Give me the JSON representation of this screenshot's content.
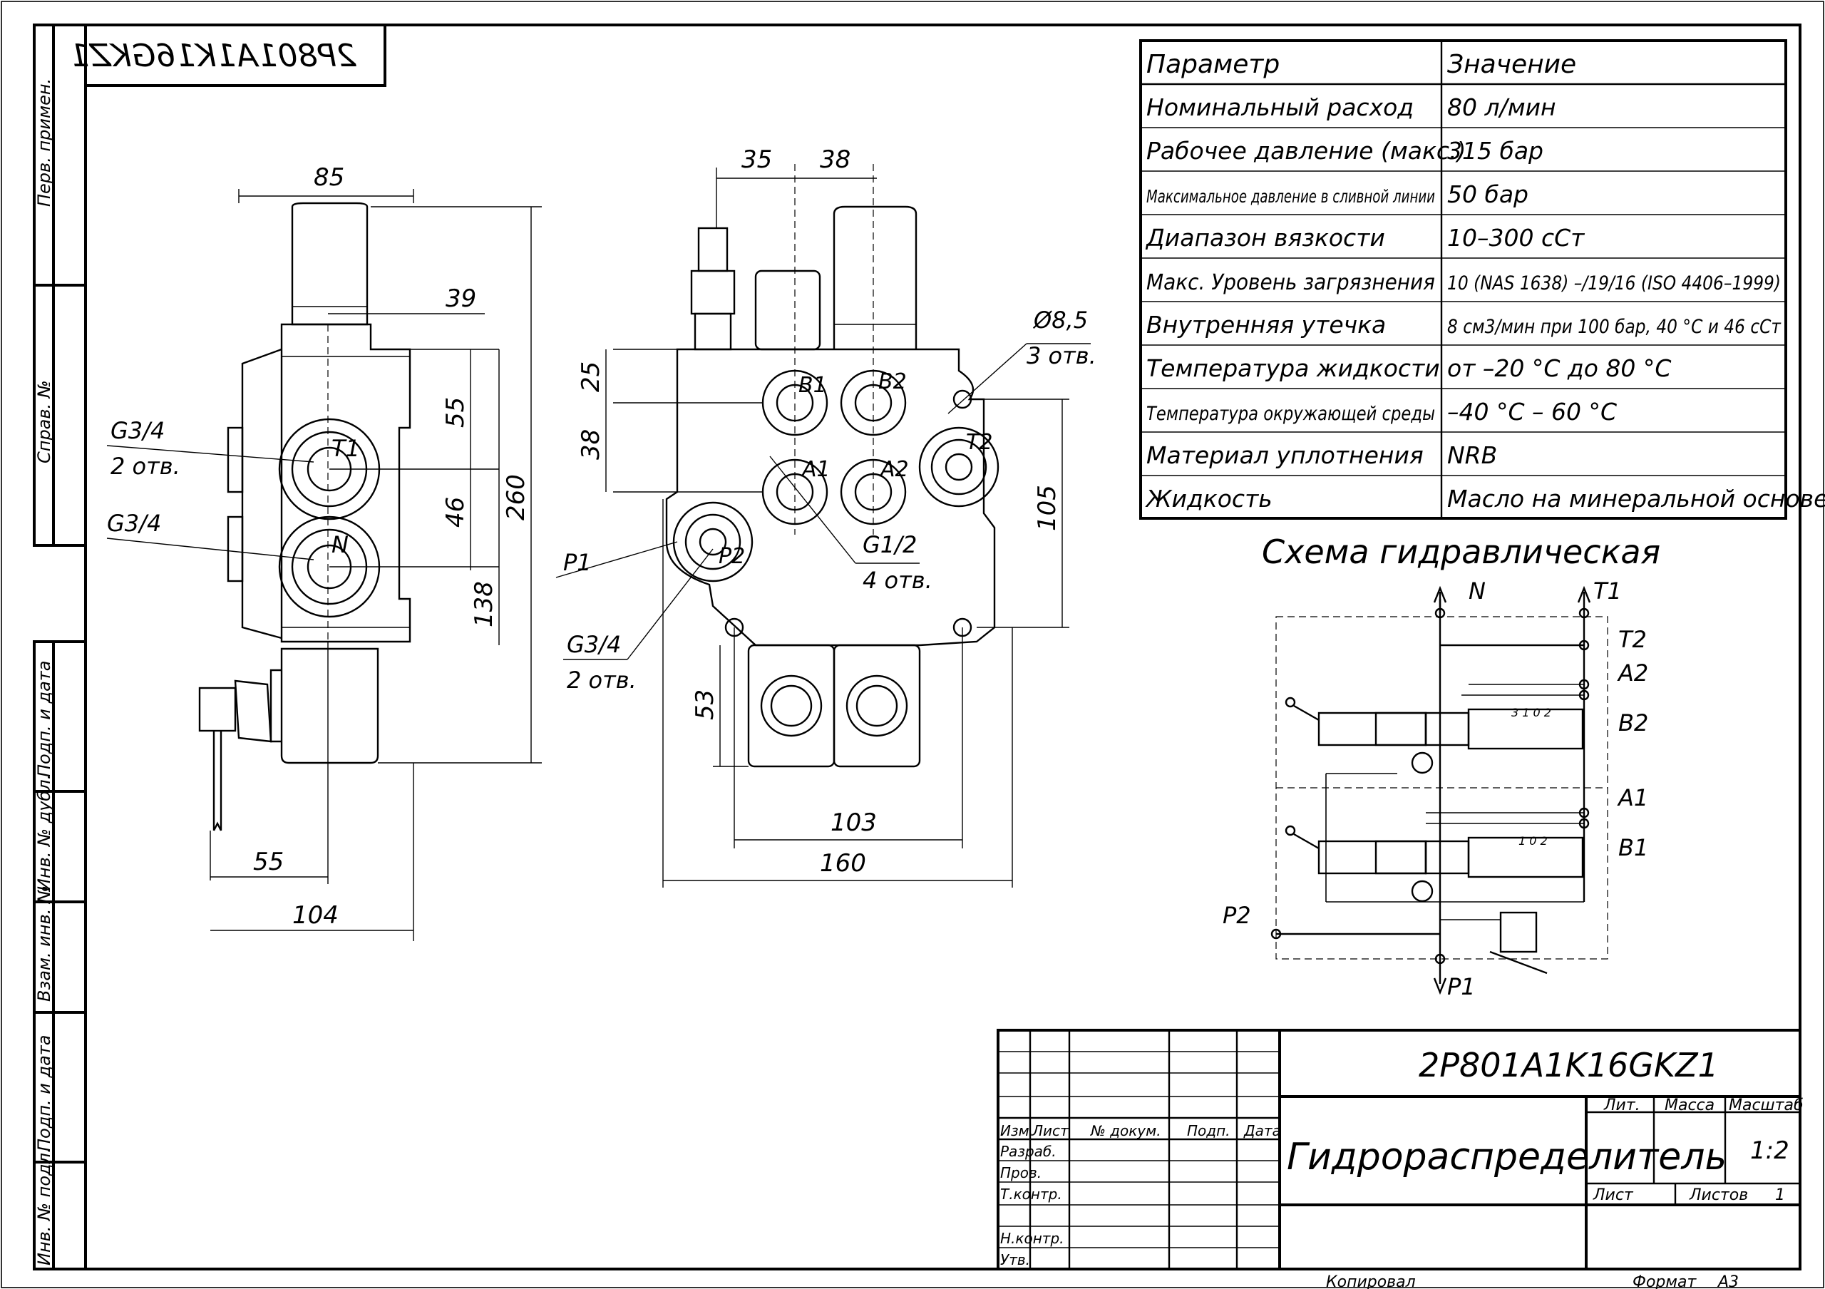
{
  "stamp_top": "2P801A1K16GKZ1",
  "side_labels": [
    "Перв. примен.",
    "Справ. №",
    "Подп. и дата",
    "Инв. № дубл.",
    "Взам. инв. №",
    "Подп. и дата",
    "Инв. № подл."
  ],
  "params": {
    "header": [
      "Параметр",
      "Значение"
    ],
    "rows": [
      [
        "Номинальный расход",
        "80 л/мин"
      ],
      [
        "Рабочее давление (макс.)",
        "315 бар"
      ],
      [
        "Максимальное давление в сливной линии",
        "50 бар"
      ],
      [
        "Диапазон вязкости",
        "10–300 сСт"
      ],
      [
        "Макс. Уровень загрязнения",
        "10 (NAS 1638) –/19/16 (ISO 4406–1999)"
      ],
      [
        "Внутренняя утечка",
        "8 см3/мин при 100 бар, 40 °С и 46 сСт"
      ],
      [
        "Температура жидкости",
        "от –20 °С до 80 °С"
      ],
      [
        "Температура окружающей среды",
        "–40 °С – 60 °С"
      ],
      [
        "Материал уплотнения",
        "NRB"
      ],
      [
        "Жидкость",
        "Масло на минеральной основе"
      ]
    ]
  },
  "scheme": {
    "title": "Схема гидравлическая",
    "ports": {
      "N": "N",
      "T1": "T1",
      "T2": "T2",
      "A2": "A2",
      "B2": "B2",
      "A1": "A1",
      "B1": "B1",
      "P2": "P2",
      "P1": "P1"
    },
    "pos3": "3 1 0 2",
    "pos2": "1 0 2"
  },
  "dims_left": {
    "d85": "85",
    "d39": "39",
    "d55": "55",
    "d46": "46",
    "d138": "138",
    "d260": "260",
    "g34a": "G3/4",
    "g34a_n": "2 отв.",
    "g34b": "G3/4",
    "t1": "T1",
    "n": "N",
    "d55b": "55",
    "d104": "104"
  },
  "dims_front": {
    "d35": "35",
    "d38a": "38",
    "d25": "25",
    "d38b": "38",
    "phi": "Ø8,5",
    "phi_n": "3 отв.",
    "d105": "105",
    "b1": "B1",
    "b2": "B2",
    "a1": "A1",
    "a2": "A2",
    "t2": "T2",
    "p1": "P1",
    "p2": "P2",
    "g12": "G1/2",
    "g12_n": "4 отв.",
    "g34": "G3/4",
    "g34_n": "2 отв.",
    "d53": "53",
    "d103": "103",
    "d160": "160"
  },
  "title_block": {
    "code": "2P801A1K16GKZ1",
    "name": "Гидрораспределитель",
    "cols": [
      "Изм.",
      "Лист",
      "№ докум.",
      "Подп.",
      "Дата"
    ],
    "roles": [
      "Разраб.",
      "Пров.",
      "Т.контр.",
      "Н.контр.",
      "Утв."
    ],
    "lit": "Лит.",
    "mass": "Масса",
    "scale_label": "Масштаб",
    "scale": "1:2",
    "sheet": "Лист",
    "sheets": "Листов",
    "sheets_n": "1",
    "copied": "Копировал",
    "format": "Формат",
    "format_v": "А3"
  }
}
